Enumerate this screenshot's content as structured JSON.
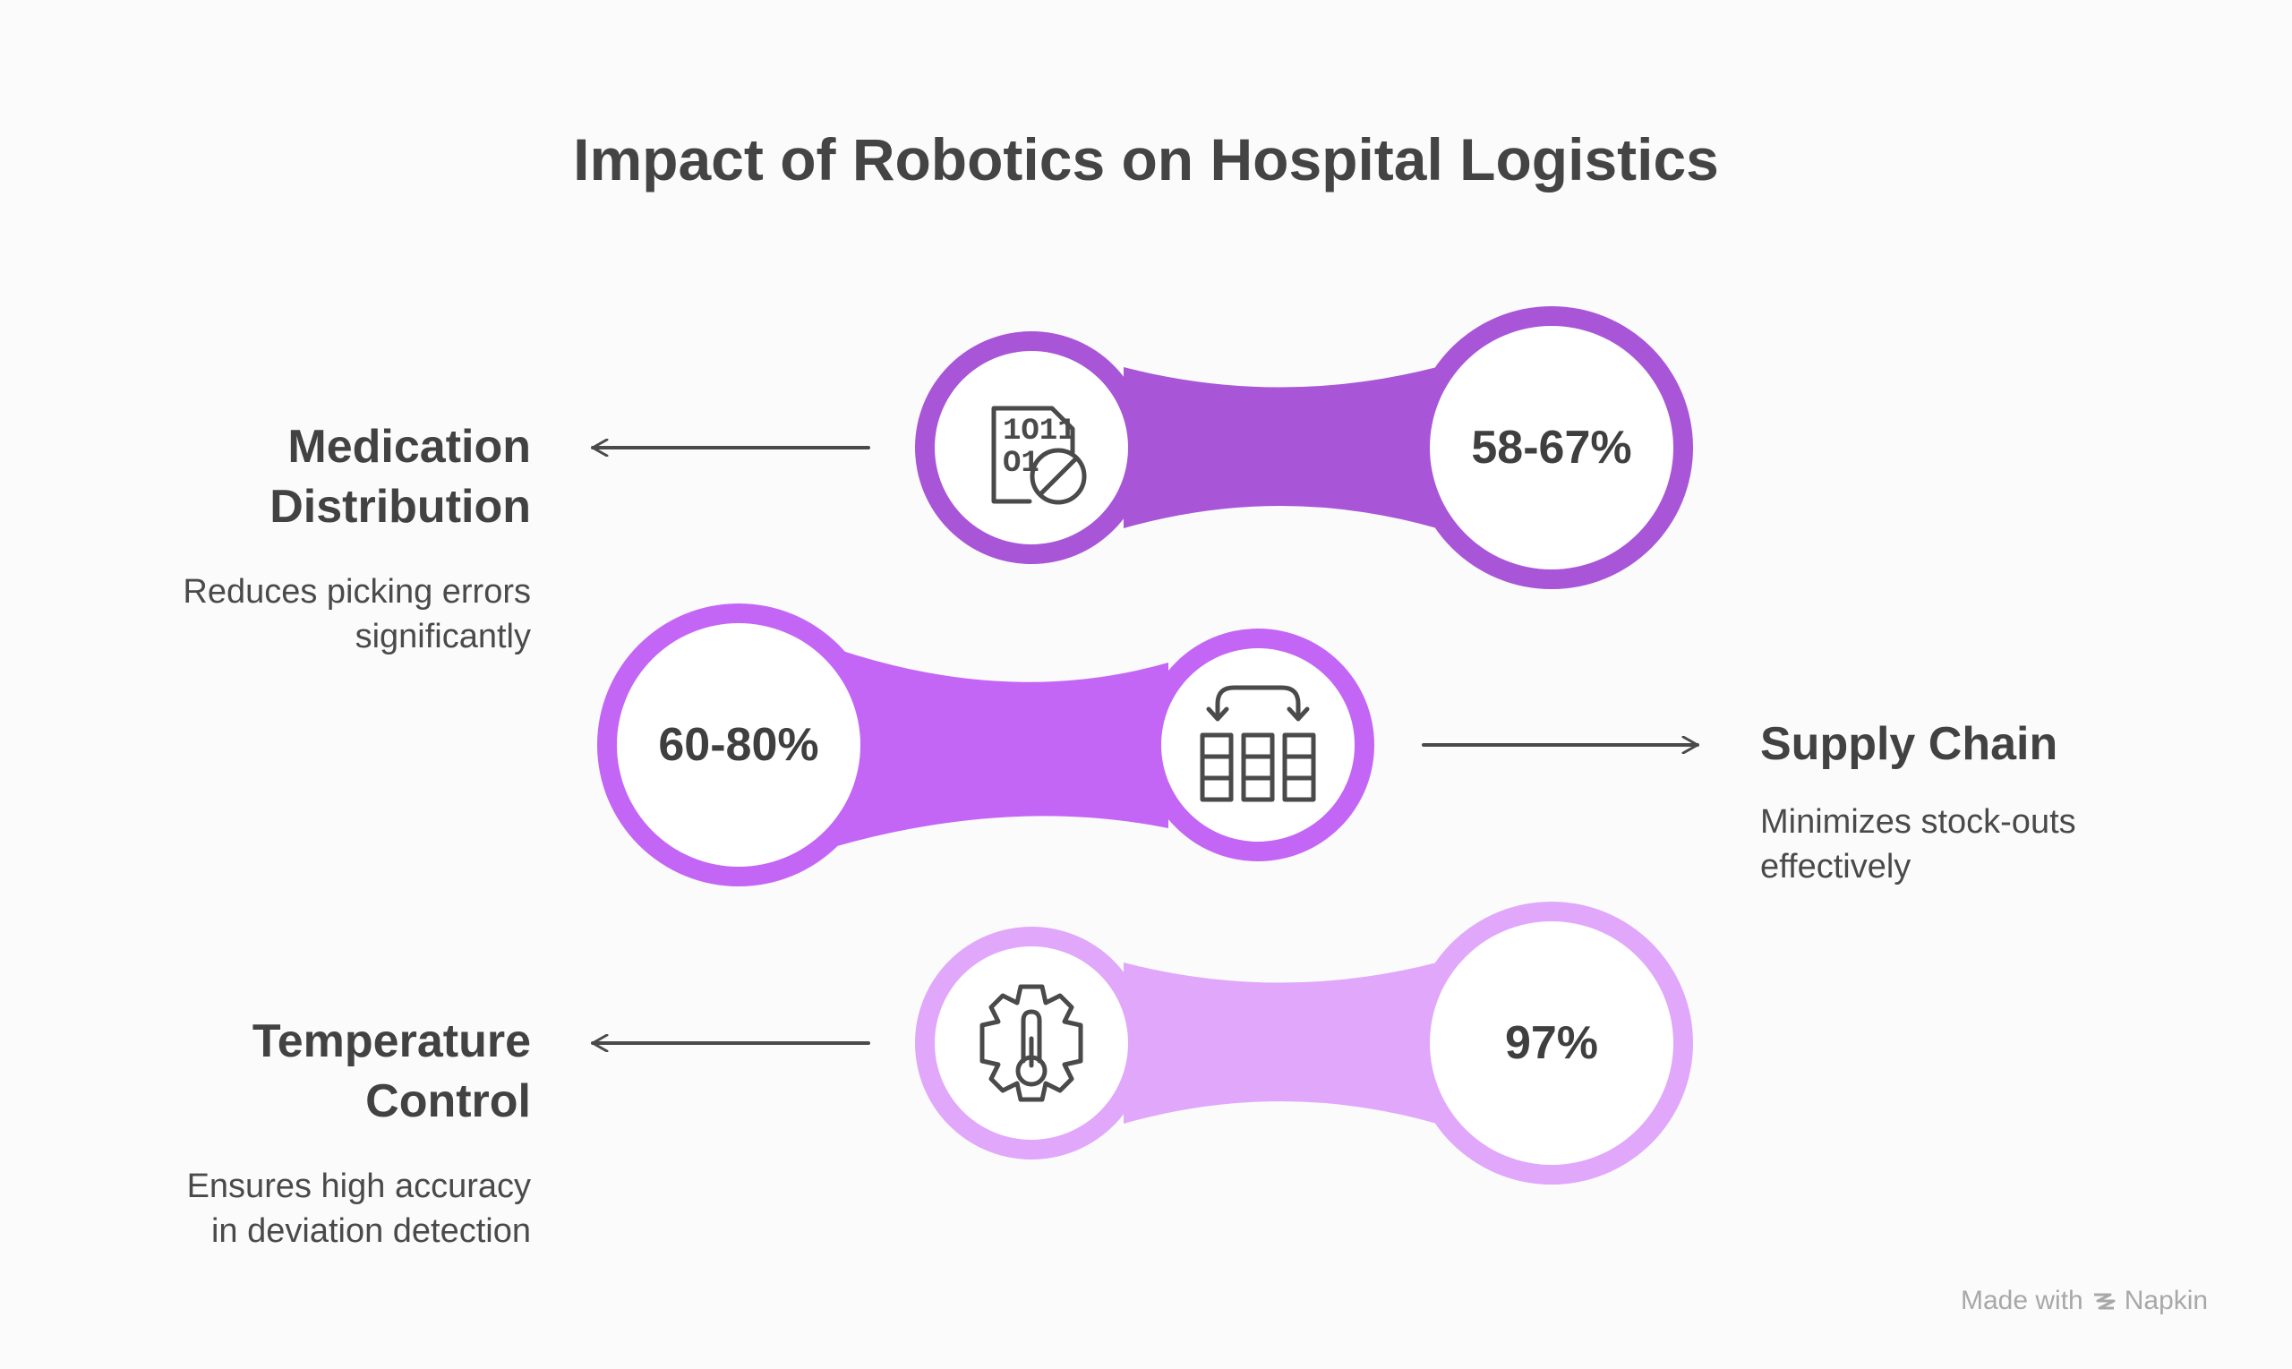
{
  "title": "Impact of Robotics on Hospital Logistics",
  "items": [
    {
      "title_line1": "Medication",
      "title_line2": "Distribution",
      "desc_line1": "Reduces picking errors",
      "desc_line2": "significantly",
      "value": "58-67%",
      "icon": "data-restriction-icon",
      "color": "#a855d8"
    },
    {
      "title_line1": "Supply Chain",
      "desc_line1": "Minimizes stock-outs",
      "desc_line2": "effectively",
      "value": "60-80%",
      "icon": "inventory-shelves-icon",
      "color": "#c466f5"
    },
    {
      "title_line1": "Temperature",
      "title_line2": "Control",
      "desc_line1": "Ensures high accuracy",
      "desc_line2": "in deviation detection",
      "value": "97%",
      "icon": "temperature-gear-icon",
      "color": "#e0a7fb"
    }
  ],
  "watermark": {
    "prefix": "Made with",
    "brand": "Napkin"
  }
}
